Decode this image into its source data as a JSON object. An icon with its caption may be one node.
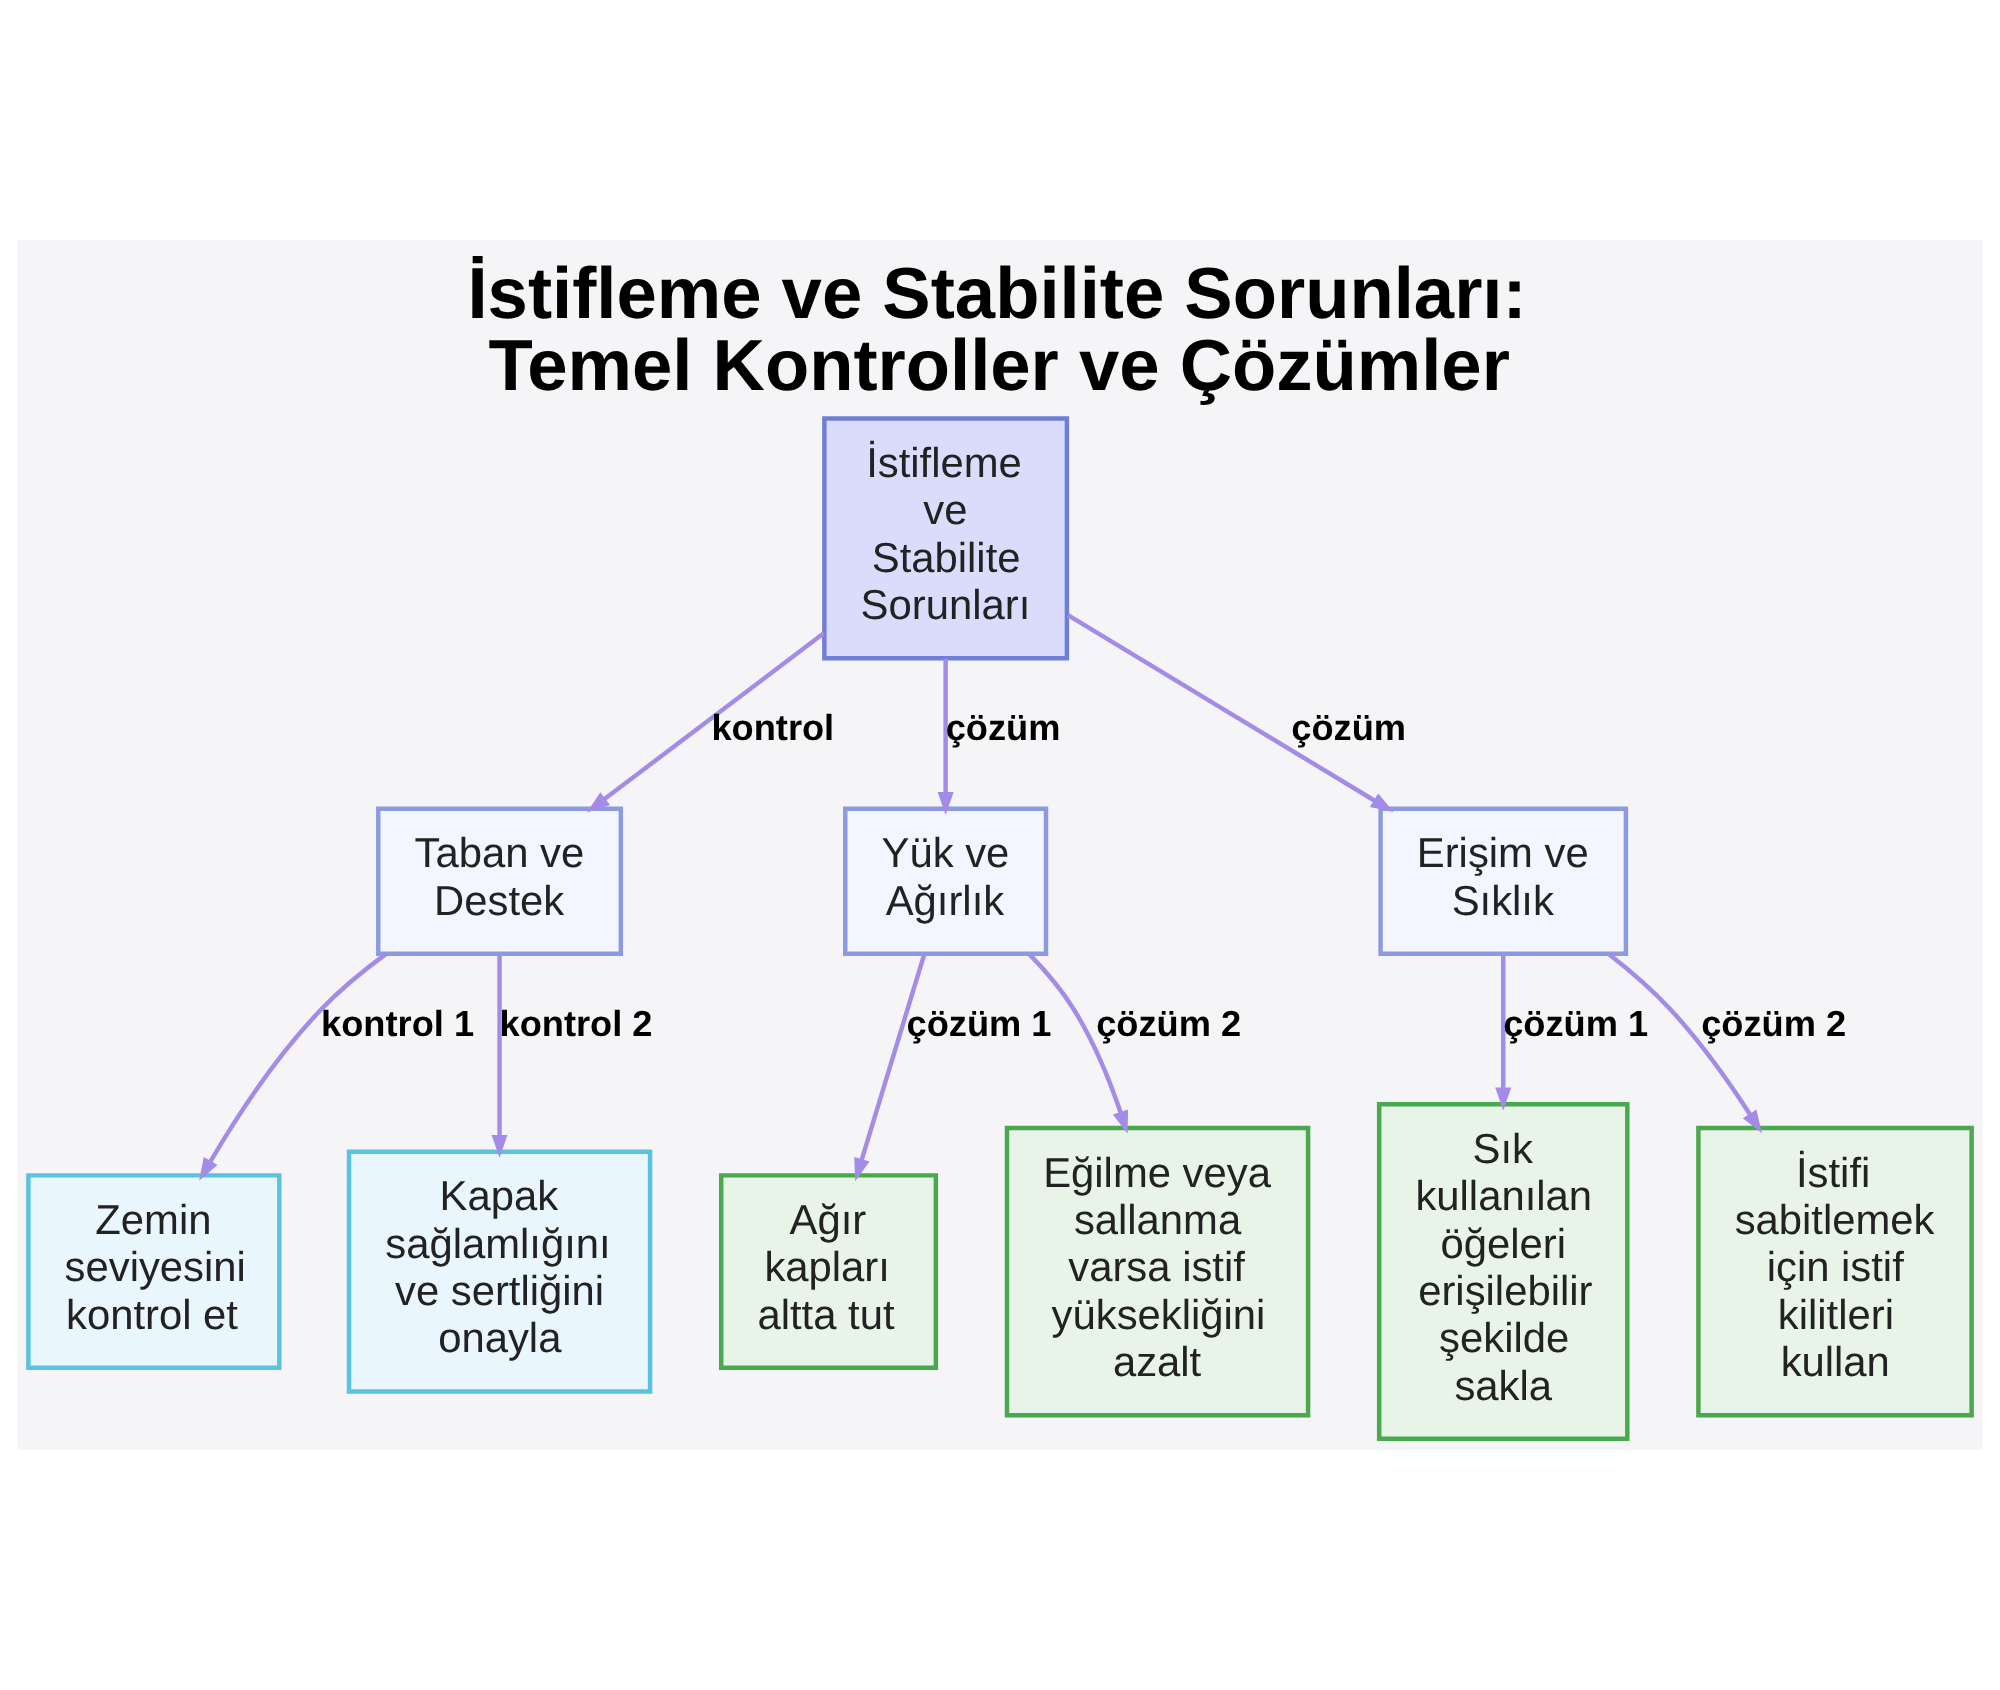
{
  "diagram": {
    "title": "İstifleme ve Stabilite Sorunları: Temel Kontroller ve Çözümler",
    "nodes": [
      {
        "text": [
          "İstifleme ve Stabilite Sorunları"
        ]
      },
      {
        "text": [
          "Taban ve Destek"
        ]
      },
      {
        "text": [
          "Yük ve Ağırlık"
        ]
      },
      {
        "text": [
          "Erişim ve Sıklık"
        ]
      },
      {
        "text": [
          "Zemin seviyesini kontrol et"
        ]
      },
      {
        "text": [
          "Kapak sağlamlığını ve sertliğini onayla"
        ]
      },
      {
        "text": [
          "Ağır kapları altta tut"
        ]
      },
      {
        "text": [
          "Eğilme veya sallanma varsa istif yüksekliğini azalt"
        ]
      },
      {
        "text": [
          "Sık kullanılan öğeleri erişilebilir şekilde sakla"
        ]
      },
      {
        "text": [
          "İstifi sabitlemek için istif kilitleri kullan"
        ]
      }
    ],
    "edges": [
      {
        "from": 0,
        "to": 1,
        "arrow": "to",
        "label": "kontrol"
      },
      {
        "from": 0,
        "to": 2,
        "arrow": "to",
        "label": "çözüm"
      },
      {
        "from": 0,
        "to": 3,
        "arrow": "to",
        "label": "çözüm"
      },
      {
        "from": 1,
        "to": 4,
        "arrow": "to",
        "label": "kontrol 1"
      },
      {
        "from": 1,
        "to": 5,
        "arrow": "to",
        "label": "kontrol 2"
      },
      {
        "from": 2,
        "to": 6,
        "arrow": "to",
        "label": "çözüm 1"
      },
      {
        "from": 2,
        "to": 7,
        "arrow": "to",
        "label": "çözüm 2"
      },
      {
        "from": 3,
        "to": 8,
        "arrow": "to",
        "label": "çözüm 1"
      },
      {
        "from": 3,
        "to": 9,
        "arrow": "to",
        "label": "çözüm 2"
      }
    ]
  }
}
